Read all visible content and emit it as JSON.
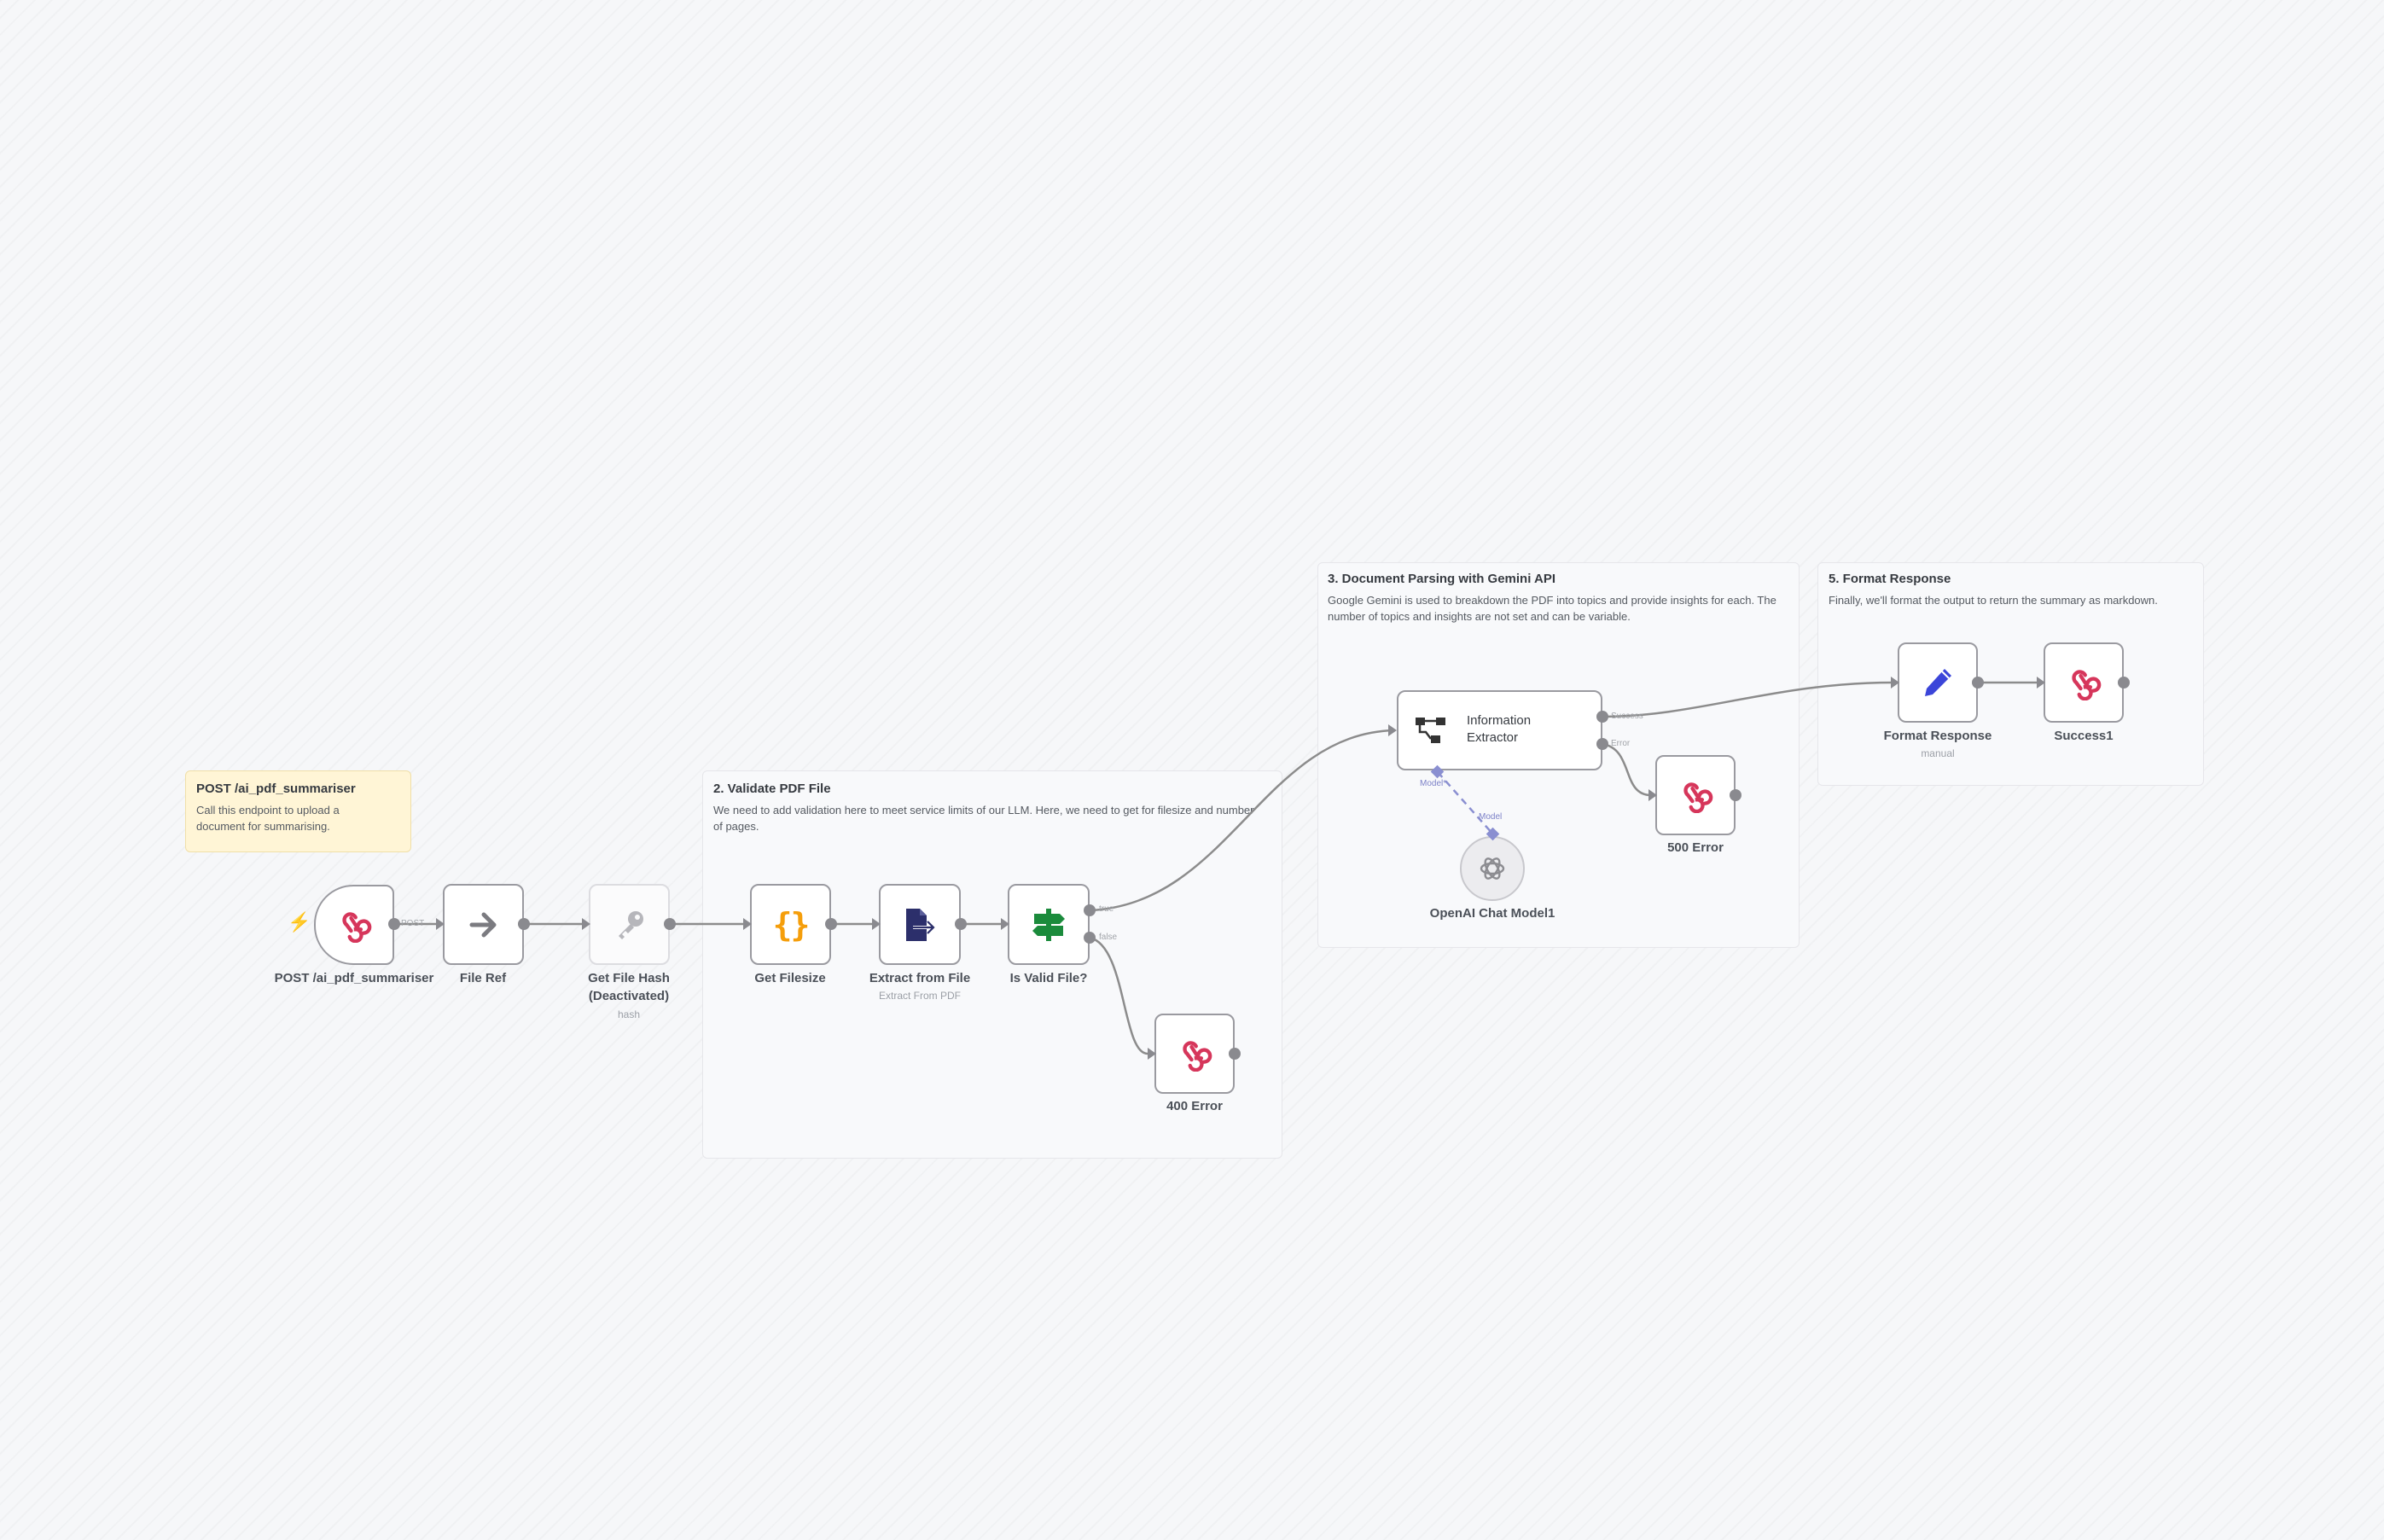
{
  "sticky_notes": {
    "intro": {
      "title": "POST /ai_pdf_summariser",
      "text": "Call this endpoint to upload a document for summarising."
    },
    "validate": {
      "title": "2. Validate PDF File",
      "text": "We need to add validation here to meet service limits of our LLM. Here, we need to get for filesize and number of pages."
    },
    "parsing": {
      "title": "3. Document Parsing with Gemini API",
      "text": "Google Gemini is used to breakdown the PDF into topics and provide insights for each. The number of topics and insights are not set and can be variable."
    },
    "format": {
      "title": "5. Format Response",
      "text": "Finally, we'll format the output to return the summary as markdown."
    }
  },
  "nodes": {
    "webhook": {
      "label": "POST /ai_pdf_summariser",
      "icon": "webhook-icon"
    },
    "file_ref": {
      "label": "File Ref",
      "icon": "arrow-right-icon"
    },
    "file_hash": {
      "label": "Get File Hash (Deactivated)",
      "subtitle": "hash",
      "icon": "key-icon"
    },
    "get_filesize": {
      "label": "Get Filesize",
      "icon": "code-braces-icon"
    },
    "extract": {
      "label": "Extract from File",
      "subtitle": "Extract From PDF",
      "icon": "file-export-icon"
    },
    "is_valid": {
      "label": "Is Valid File?",
      "icon": "signpost-icon"
    },
    "err400": {
      "label": "400 Error",
      "icon": "webhook-icon"
    },
    "info_extractor": {
      "label": "Information Extractor",
      "icon": "tree-icon"
    },
    "err500": {
      "label": "500 Error",
      "icon": "webhook-icon"
    },
    "openai": {
      "label": "OpenAI Chat Model1",
      "icon": "openai-icon"
    },
    "format_response": {
      "label": "Format Response",
      "subtitle": "manual",
      "icon": "pencil-icon"
    },
    "success": {
      "label": "Success1",
      "icon": "webhook-icon"
    }
  },
  "handle_labels": {
    "post": "POST",
    "true": "true",
    "false": "false",
    "success": "Success",
    "error": "Error",
    "model_out": "Model*",
    "model_in": "Model"
  },
  "colors": {
    "webhook": "#d6365b",
    "code": "#f59e0b",
    "extract": "#2c2f6b",
    "if": "#1b8b3c",
    "pencil": "#3b45d9",
    "ai_model": "#8a8fd1",
    "trigger_bolt": "#f15a38"
  }
}
